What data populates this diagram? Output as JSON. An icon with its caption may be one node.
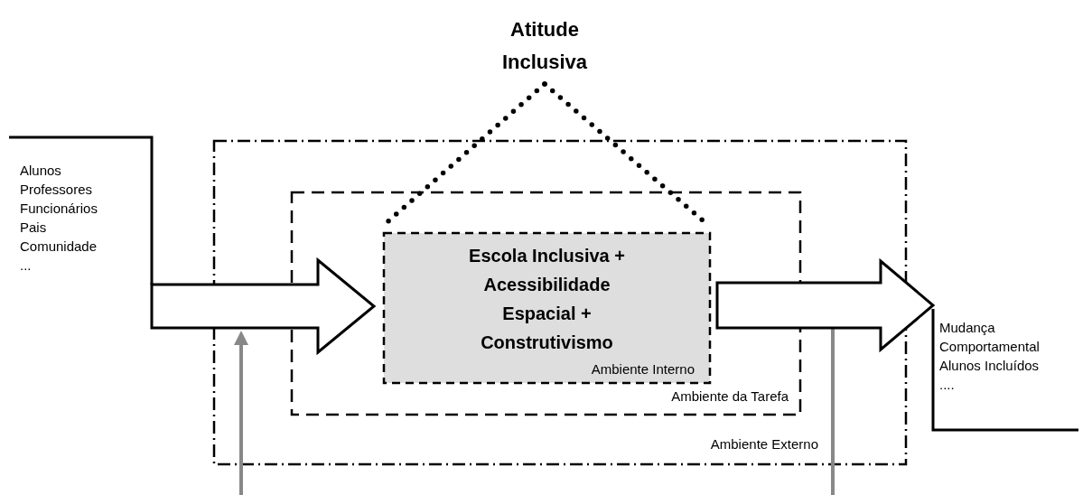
{
  "diagram": {
    "nodes": [
      {
        "text": [
          "Ambiente Externo"
        ]
      },
      {
        "text": [
          "Ambiente da Tarefa"
        ],
        "in": 0
      },
      {
        "text": [
          "Escola Inclusiva + Acessibilidade Espacial + Construtivismo",
          "Ambiente Interno"
        ],
        "in": 1
      },
      {
        "text": [
          "Atitude Inclusiva"
        ]
      },
      {
        "text": [
          "Alunos Professores Funcionários Pais Comunidade ..."
        ]
      },
      {
        "text": [
          "Mudança Comportamental Alunos Incluídos ...."
        ]
      }
    ],
    "edges": [
      {
        "from": 4,
        "to": 2,
        "arrow": "to"
      },
      {
        "from": 2,
        "to": 5,
        "arrow": "to"
      },
      {
        "from": 3,
        "to": 2,
        "arrow": "none"
      },
      {
        "from": 3,
        "to": 2,
        "arrow": "none"
      }
    ]
  }
}
